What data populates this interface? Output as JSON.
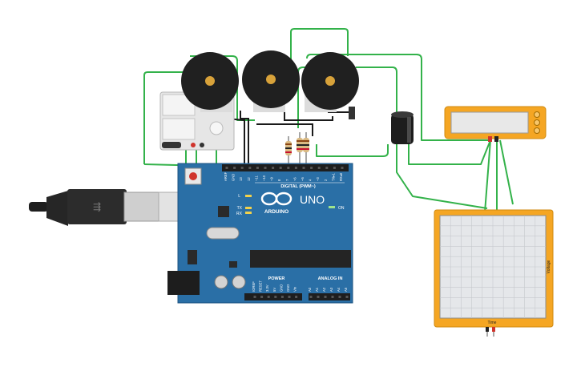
{
  "board": {
    "brand": "ARDUINO",
    "model": "UNO",
    "digital_label": "DIGITAL (PWM~)",
    "power_label": "POWER",
    "analog_label": "ANALOG IN",
    "on_label": "ON",
    "l_label": "L",
    "tx_label": "TX",
    "rx_label": "RX",
    "digital_pins": [
      "AREF",
      "GND",
      "13",
      "12",
      "~11",
      "~10",
      "~9",
      "8",
      "7",
      "~6",
      "~5",
      "4",
      "~3",
      "2",
      "TX▸1",
      "RX◂0"
    ],
    "power_pins": [
      "IOREF",
      "RESET",
      "3.3V",
      "5V",
      "GND",
      "GND",
      "Vin"
    ],
    "analog_pins": [
      "A0",
      "A1",
      "A2",
      "A3",
      "A4",
      "A5"
    ]
  },
  "oscilloscope": {
    "time_label": "Time",
    "voltage_label": "Voltage"
  },
  "colors": {
    "wire_green": "#33b24a",
    "wire_black": "#1a1a1a",
    "board_blue": "#2a6fa6",
    "scope_orange": "#f5a623",
    "buzzer_black": "#202020",
    "buzzer_gold": "#d8a23a"
  }
}
